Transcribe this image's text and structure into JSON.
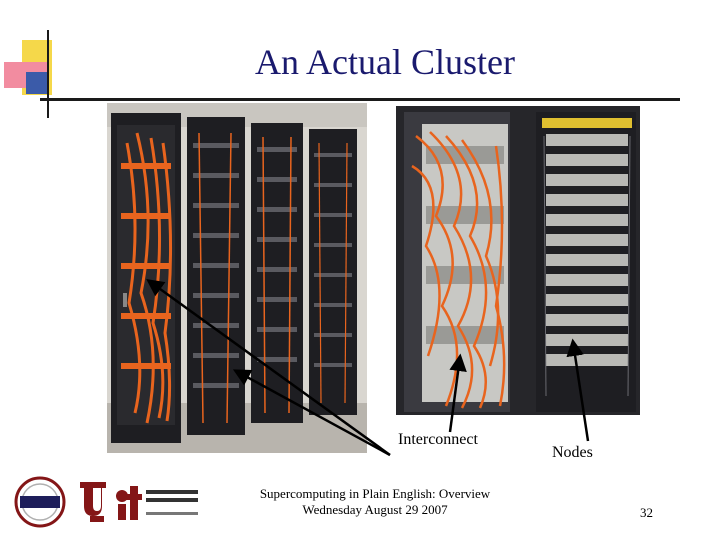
{
  "slide": {
    "title": "An Actual Cluster"
  },
  "photos": {
    "left_subject": "server racks with orange interconnect cables",
    "right_subject": "close-up of open racks showing cabling and node chassis"
  },
  "callouts": {
    "interconnect_label": "Interconnect",
    "nodes_label": "Nodes"
  },
  "footer": {
    "line1": "Supercomputing in Plain English: Overview",
    "line2": "Wednesday August 29 2007",
    "page_number": "32",
    "logos": [
      "oscer-logo",
      "ou-logo",
      "it-logo"
    ]
  },
  "colors": {
    "title": "#1a1a6e",
    "deco_yellow": "#f5d84a",
    "deco_pink": "#f28ca0",
    "deco_blue": "#3b5ba9",
    "cable_orange": "#e8641e",
    "rack_dark": "#1e1e22",
    "ou_crimson": "#841617"
  }
}
